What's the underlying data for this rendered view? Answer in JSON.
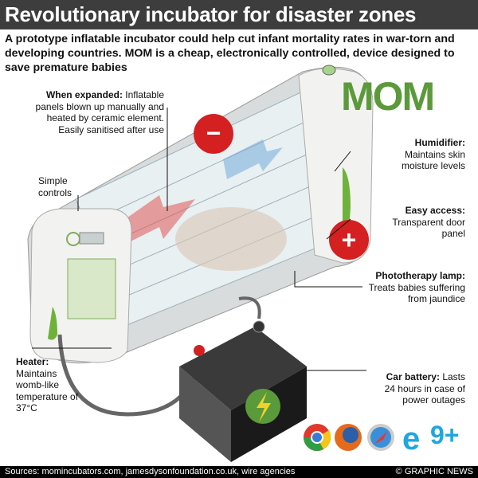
{
  "header": {
    "title": "Revolutionary incubator for disaster zones"
  },
  "intro": "A prototype inflatable incubator could help cut infant mortality rates in war-torn and developing countries. MOM is a cheap, electronically controlled, device designed to save premature babies",
  "logo": {
    "text": "MOM",
    "color": "#5b9a3a"
  },
  "labels": {
    "expanded": {
      "title": "When expanded:",
      "text": " Inflatable panels blown up manually and heated by ceramic element. Easily sanitised after use"
    },
    "controls": {
      "text": "Simple controls"
    },
    "humidifier": {
      "title": "Humidifier:",
      "text": "Maintains skin moisture levels"
    },
    "access": {
      "title": "Easy access:",
      "text": "Transparent door panel"
    },
    "lamp": {
      "title": "Phototherapy lamp:",
      "text": "Treats babies suffering from jaundice"
    },
    "heater": {
      "title": "Heater:",
      "text": "Maintains womb-like temperature of 37°C"
    },
    "battery": {
      "title": "Car battery:",
      "text": " Lasts 24 hours in case of power outages"
    }
  },
  "symbols": {
    "minus": "−",
    "plus": "+"
  },
  "browsers": {
    "icons": [
      "chrome-icon",
      "firefox-icon",
      "safari-icon",
      "ie-icon"
    ],
    "ie_version": "9+"
  },
  "footer": {
    "sources": "Sources: momincubators.com, jamesdysonfoundation.co.uk, wire agencies",
    "credit": "© GRAPHIC NEWS"
  }
}
